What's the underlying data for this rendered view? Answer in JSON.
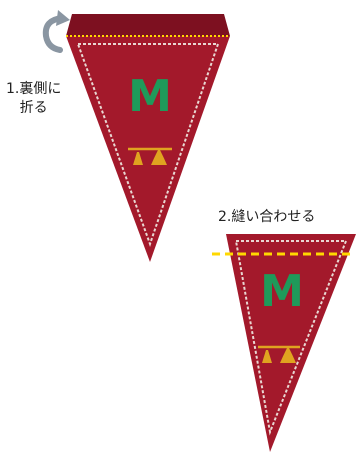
{
  "steps": [
    {
      "lines": [
        "1.裏側に",
        "折る"
      ]
    },
    {
      "lines": [
        "2.縫い合わせる"
      ]
    }
  ],
  "pennant": {
    "letter": "M",
    "fabric_color": "#a3192b",
    "fabric_shadow": "#7d1020",
    "stitch_color": "#e9d7d2",
    "letter_color": "#1f9a5a",
    "bell_color": "#e0a320"
  },
  "markers": {
    "fold_line_color": "#ffd800",
    "sew_line_color": "#ffd800",
    "arrow_color": "#8a96a2"
  },
  "icons": [
    "fold-arrow-icon",
    "bell-icon"
  ]
}
